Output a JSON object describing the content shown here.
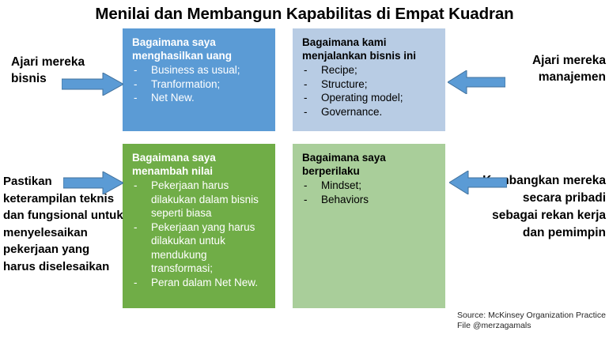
{
  "slide": {
    "title": "Menilai dan Membangun Kapabilitas di Empat Kuadran",
    "background_color": "#FFFFFF"
  },
  "colors": {
    "top_left_box": "#5B9BD5",
    "top_right_box": "#B8CCE4",
    "bottom_left_box": "#70AD47",
    "bottom_right_box": "#A9CE9A",
    "arrow": "#5B9BD5",
    "arrow_outline": "#41719C",
    "title_text": "#000000",
    "source_text": "#262626"
  },
  "quadrants": {
    "top_left": {
      "heading": "Bagaimana saya menghasilkan uang",
      "bullet_marker": "-",
      "items": [
        "Business as usual;",
        "Tranformation;",
        "Net New."
      ]
    },
    "top_right": {
      "heading": "Bagaimana kami menjalankan bisnis ini",
      "bullet_marker": "-",
      "items": [
        "Recipe;",
        "Structure;",
        "Operating model;",
        "Governance."
      ]
    },
    "bottom_left": {
      "heading": "Bagaimana saya menambah nilai",
      "bullet_marker": "-",
      "items": [
        "Pekerjaan harus dilakukan dalam bisnis seperti biasa",
        "Pekerjaan yang harus dilakukan untuk mendukung transformasi;",
        "Peran dalam Net New."
      ]
    },
    "bottom_right": {
      "heading": "Bagaimana saya berperilaku",
      "bullet_marker": "-",
      "items": [
        "Mindset;",
        "Behaviors"
      ]
    }
  },
  "side_labels": {
    "top_left": "Ajari mereka bisnis",
    "bottom_left": "Pastikan keterampilan teknis dan fungsional untuk menyelesaikan pekerjaan yang harus diselesaikan",
    "top_right": "Ajari mereka manajemen",
    "bottom_right": "Kembangkan mereka secara pribadi sebagai rekan kerja dan pemimpin"
  },
  "arrows": {
    "top_left": "arrow-right-icon",
    "bottom_left": "arrow-right-icon",
    "top_right": "arrow-left-icon",
    "bottom_right": "arrow-left-icon"
  },
  "source": {
    "line1": "Source: McKinsey Organization Practice",
    "line2": "File @merzagamals"
  }
}
